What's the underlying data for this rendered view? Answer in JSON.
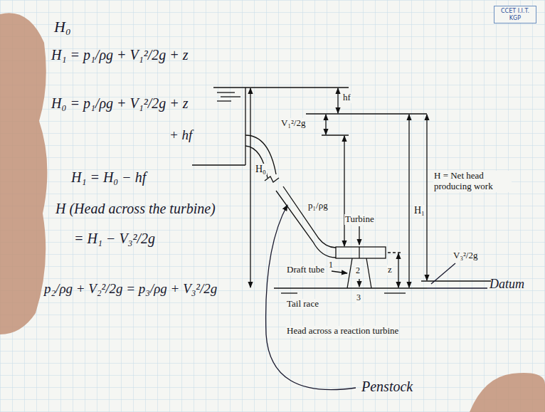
{
  "diagram": {
    "nodes": [
      {
        "text": [
          "CCET I.I.T. KGP"
        ]
      }
    ],
    "labels": [
      "H₀",
      "H₁ = p₁/ρg + V₁²/2g + z",
      "H₀ = p₁/ρg + V₁²/2g + z",
      "+ hf",
      "H₁ = H₀ − hf",
      "H (Head across the turbine)",
      "= H₁ − V₃²/2g",
      "p₂/ρg + V₂²/2g = p₃/ρg + V₃²/2g",
      "hf",
      "V₁²/2g",
      "H₀",
      "p₁/ρg",
      "H₁",
      "H = Net head producing work",
      "Turbine",
      "1",
      "2",
      "z",
      "V₃²/2g",
      "Draft tube",
      "3",
      "Tail race",
      "Head across a reaction turbine",
      "Penstock",
      "Datum"
    ]
  }
}
